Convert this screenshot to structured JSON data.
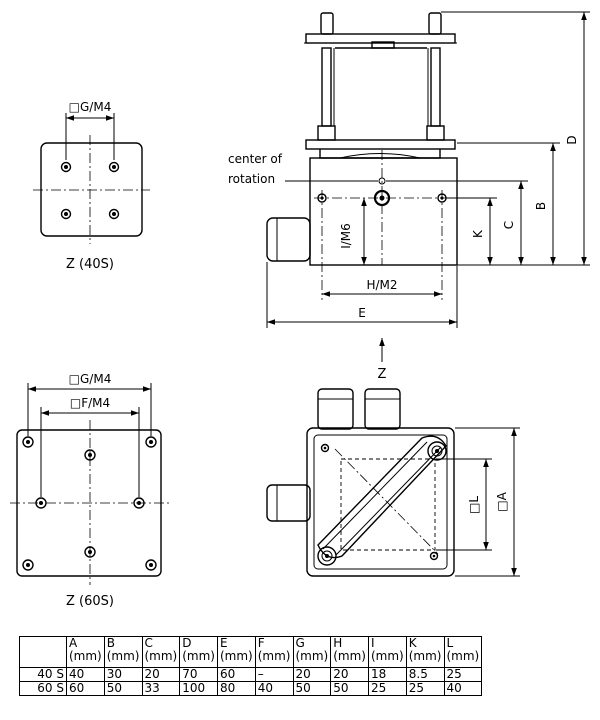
{
  "views": {
    "top_small": {
      "caption": "Z (40S)",
      "dim_g": "□G/M4"
    },
    "top_large": {
      "caption": "Z (60S)",
      "dim_g": "□G/M4",
      "dim_f": "□F/M4"
    },
    "front": {
      "callout": [
        "center of",
        "rotation"
      ],
      "dims": {
        "d": "D",
        "b": "B",
        "c": "C",
        "k": "K",
        "i": "I/M6",
        "h": "H/M2",
        "e": "E"
      }
    },
    "arrow_label": "Z",
    "bottom": {
      "dims": {
        "l": "□L",
        "a": "□A"
      }
    }
  },
  "table": {
    "unit": "(mm)",
    "columns": [
      "",
      "A",
      "B",
      "C",
      "D",
      "E",
      "F",
      "G",
      "H",
      "I",
      "K",
      "L"
    ],
    "rows": [
      [
        "40 S",
        "40",
        "30",
        "20",
        "70",
        "60",
        "–",
        "20",
        "20",
        "18",
        "8.5",
        "25"
      ],
      [
        "60 S",
        "60",
        "50",
        "33",
        "100",
        "80",
        "40",
        "50",
        "50",
        "25",
        "25",
        "40"
      ]
    ]
  }
}
